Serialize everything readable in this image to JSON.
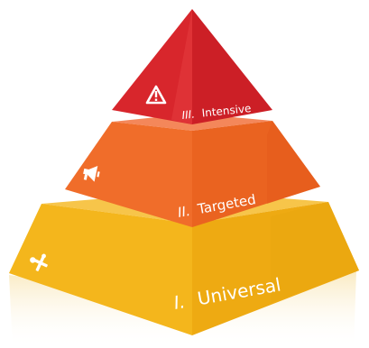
{
  "tiers": [
    {
      "numeral": "III.",
      "name": "Intensive",
      "icon": "warning-triangle-icon",
      "color": "#d9232a"
    },
    {
      "numeral": "II.",
      "name": "Targeted",
      "icon": "megaphone-icon",
      "color": "#ef6a26"
    },
    {
      "numeral": "I.",
      "name": "Universal",
      "icon": "wrench-screwdriver-icon",
      "color": "#f2b31b"
    }
  ]
}
